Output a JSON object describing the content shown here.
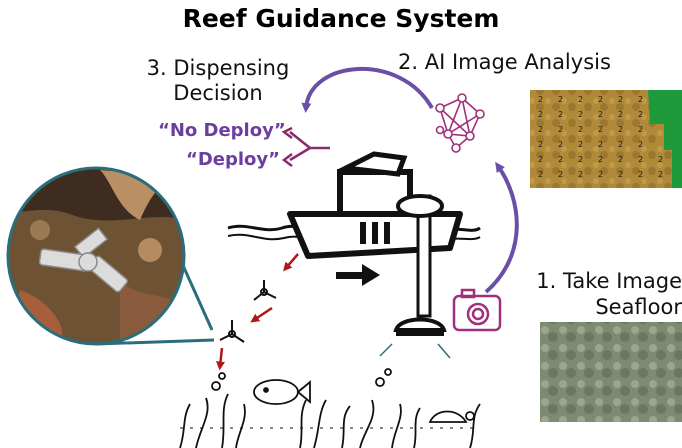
{
  "title": "Reef Guidance System",
  "steps": {
    "step1": [
      "1. Take Image",
      "Seafloor"
    ],
    "step2": "2. AI Image Analysis",
    "step3": [
      "3. Dispensing",
      "Decision"
    ]
  },
  "decisions": {
    "no_deploy": "“No Deploy”",
    "deploy": "“Deploy”"
  },
  "grid_label": "2",
  "colors": {
    "arrow_purple": "#6b4fa6",
    "decision_purple": "#6b3fa0",
    "drop_arrow_red": "#b01818",
    "grid_green": "#1f9a3a",
    "teal_line": "#2a6d7c"
  },
  "icons": [
    "neural-network-icon",
    "camera-icon",
    "boat-icon",
    "device-icon"
  ]
}
